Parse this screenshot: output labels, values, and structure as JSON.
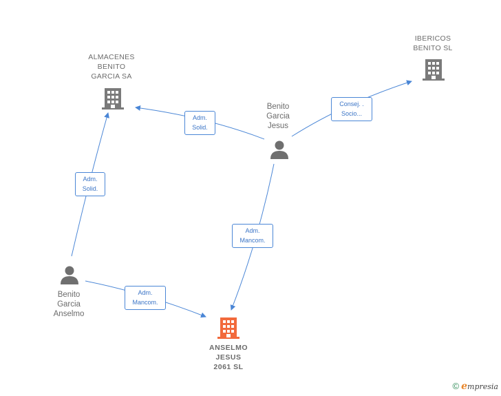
{
  "nodes": {
    "almacenes": {
      "label": "ALMACENES\nBENITO\nGARCIA SA",
      "type": "company"
    },
    "ibericos": {
      "label": "IBERICOS\nBENITO  SL",
      "type": "company"
    },
    "benito_jesus": {
      "label": "Benito\nGarcia\nJesus",
      "type": "person"
    },
    "benito_anselmo": {
      "label": "Benito\nGarcia\nAnselmo",
      "type": "person"
    },
    "anselmo_jesus": {
      "label": "ANSELMO\nJESUS\n2061  SL",
      "type": "company-focus"
    }
  },
  "edges": {
    "e1": {
      "label": "Adm.\nSolid."
    },
    "e2": {
      "label": "Consej. .\nSocio..."
    },
    "e3": {
      "label": "Adm.\nSolid."
    },
    "e4": {
      "label": "Adm.\nMancom."
    },
    "e5": {
      "label": "Adm.\nMancom."
    }
  },
  "colors": {
    "edge": "#4a86d6",
    "company_icon": "#7a7a7a",
    "focus_icon": "#f26a3c",
    "person_icon": "#6f6f6f"
  },
  "footer": {
    "copyright": "©",
    "brand_initial": "e",
    "brand_rest": "mpresia"
  }
}
